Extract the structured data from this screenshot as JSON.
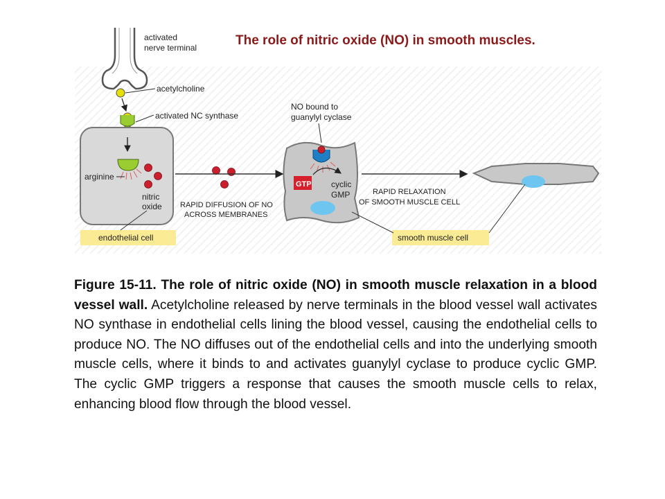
{
  "header": {
    "title": "The role of nitric oxide (NO) in smooth muscles."
  },
  "diagram": {
    "labels": {
      "activated_nerve_terminal": [
        "activated",
        "nerve terminal"
      ],
      "acetylcholine": "acetylcholine",
      "activated_nc_synthase": "activated NC synthase",
      "arginine": "arginine",
      "nitric_oxide": [
        "nitric",
        "oxide"
      ],
      "rapid_diffusion": [
        "RAPID DIFFUSION OF NO",
        "ACROSS MEMBRANES"
      ],
      "no_bound": [
        "NO bound to",
        "guanylyl cyclase"
      ],
      "gtp": "GTP",
      "cyclic_gmp": [
        "cyclic",
        "GMP"
      ],
      "rapid_relaxation": [
        "RAPID RELAXATION",
        "OF SMOOTH MUSCLE CELL"
      ],
      "endothelial_cell": "endothelial cell",
      "smooth_muscle_cell": "smooth muscle cell"
    },
    "colors": {
      "cell_fill": "#d9d9d9",
      "muscle_fill": "#c8c8c8",
      "label_box": "#fbeb94",
      "nerve_yellow": "#e8e000",
      "receptor_green": "#9acd32",
      "no_red": "#cc1f2e",
      "gtp_red": "#d6202b",
      "nucleus_blue": "#6ec6f0",
      "guanylyl_blue": "#1f7fc4"
    }
  },
  "caption": {
    "lead": "Figure 15-11. The role of nitric oxide (NO) in smooth muscle relaxation in a blood vessel wall.",
    "body": " Acetylcholine released by nerve terminals in the blood vessel wall activates NO synthase in endothelial cells lining the blood vessel, causing the endothelial cells to produce NO. The NO diffuses out of the endothelial cells and into the underlying smooth muscle cells, where it binds to and activates guanylyl cyclase to produce cyclic GMP. The cyclic GMP triggers a response that causes the smooth muscle cells to relax, enhancing blood flow through the blood vessel."
  }
}
